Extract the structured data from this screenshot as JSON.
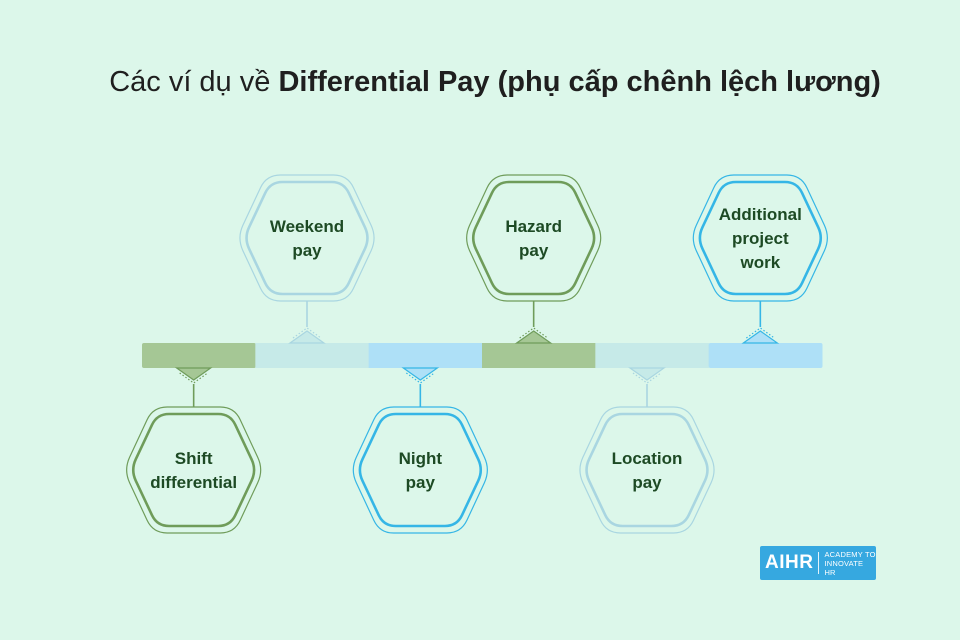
{
  "title": {
    "prefix": "Các ví dụ về ",
    "bold": "Differential Pay (phụ cấp chênh lệch lương)"
  },
  "colors": {
    "background": "#dcf7ea",
    "green": "#6f9c5a",
    "green_fill": "#a5c795",
    "light_blue": "#a9d6e1",
    "light_blue_fill": "#c6eae8",
    "blue": "#35b6e6",
    "blue_fill": "#aee0f7",
    "text": "#1d4a24"
  },
  "timeline": {
    "segments": [
      {
        "color": "green"
      },
      {
        "color": "light_blue"
      },
      {
        "color": "blue"
      },
      {
        "color": "green"
      },
      {
        "color": "light_blue"
      },
      {
        "color": "blue"
      }
    ]
  },
  "items": [
    {
      "id": "shift-differential",
      "label": [
        "Shift",
        "differential"
      ],
      "position": "below",
      "segment": 0,
      "color": "green"
    },
    {
      "id": "weekend-pay",
      "label": [
        "Weekend",
        "pay"
      ],
      "position": "above",
      "segment": 1,
      "color": "light_blue"
    },
    {
      "id": "night-pay",
      "label": [
        "Night",
        "pay"
      ],
      "position": "below",
      "segment": 2,
      "color": "blue"
    },
    {
      "id": "hazard-pay",
      "label": [
        "Hazard",
        "pay"
      ],
      "position": "above",
      "segment": 3,
      "color": "green"
    },
    {
      "id": "location-pay",
      "label": [
        "Location",
        "pay"
      ],
      "position": "below",
      "segment": 4,
      "color": "light_blue"
    },
    {
      "id": "additional-project-work",
      "label": [
        "Additional",
        "project",
        "work"
      ],
      "position": "above",
      "segment": 5,
      "color": "blue"
    }
  ],
  "logo": {
    "brand": "AIHR",
    "tagline_1": "ACADEMY TO",
    "tagline_2": "INNOVATE HR"
  }
}
